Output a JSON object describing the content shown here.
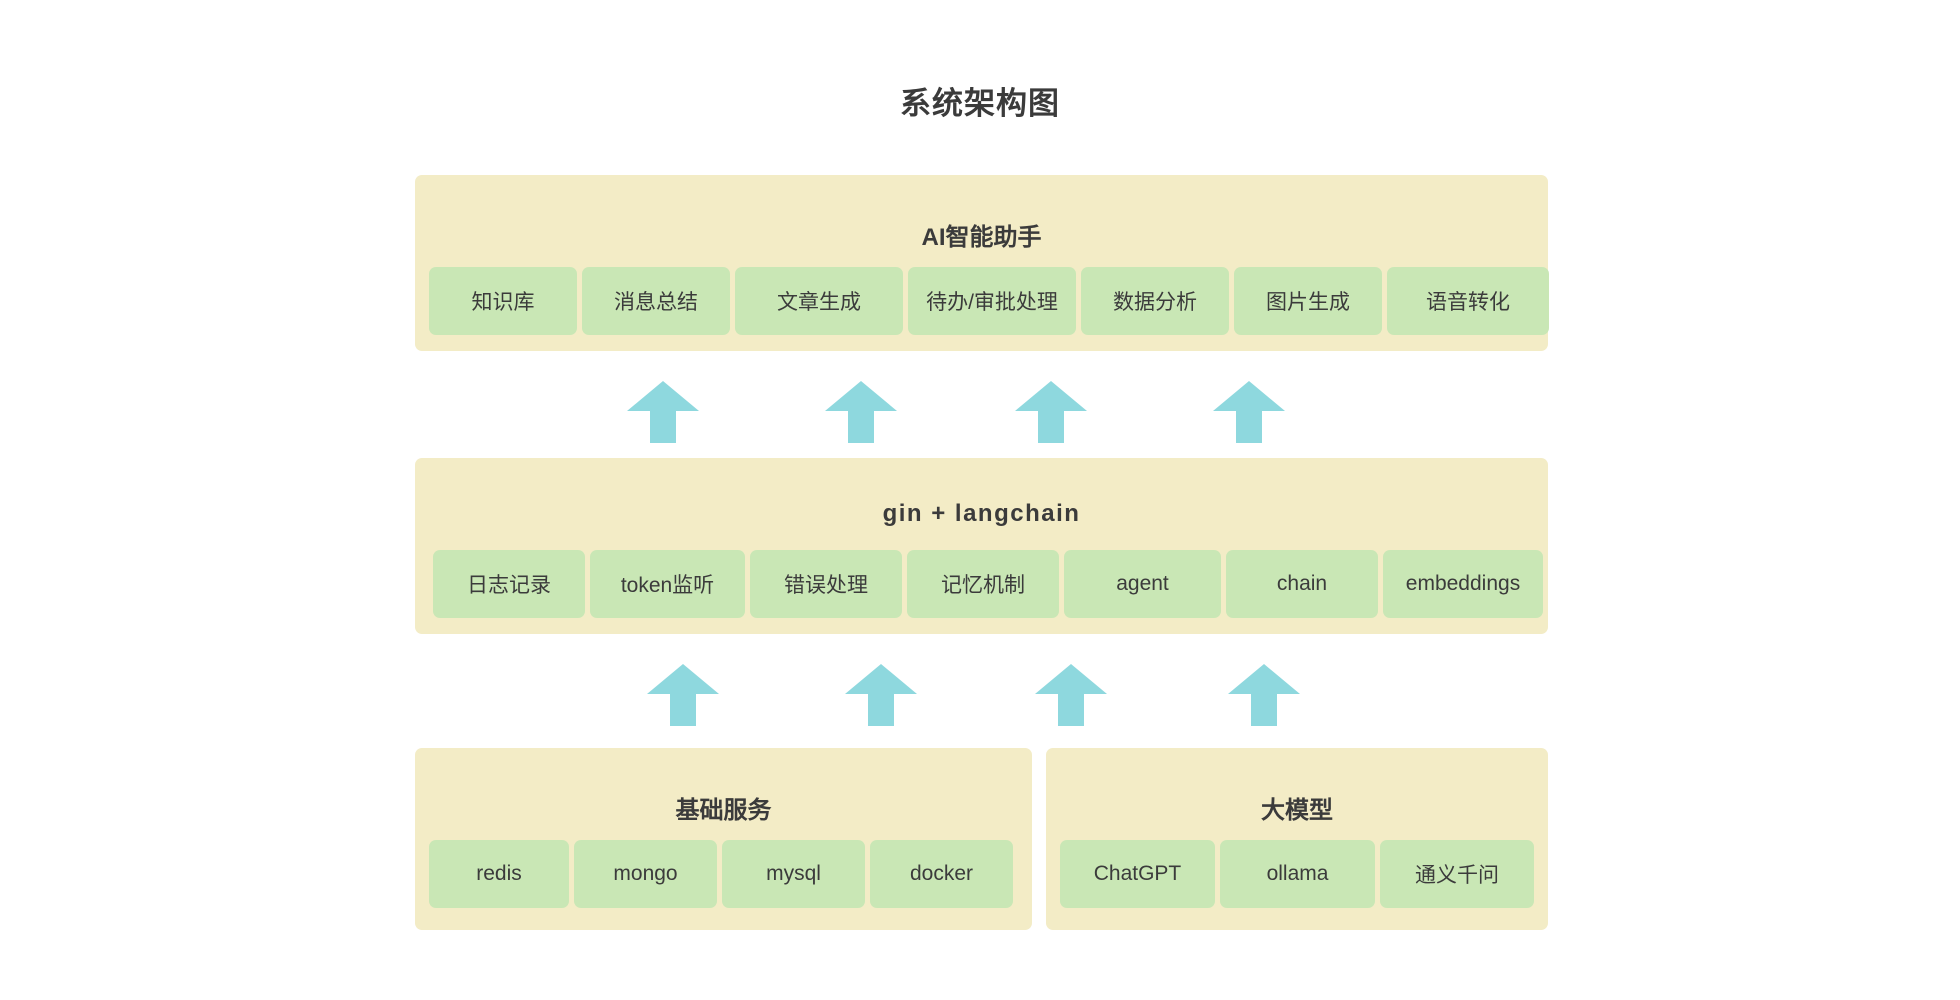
{
  "title": "系统架构图",
  "colors": {
    "page_background": "#ffffff",
    "layer_background": "#f3ecc6",
    "item_background": "#c9e7b5",
    "arrow": "#8ed8de",
    "text": "#3b3b3b"
  },
  "layers": [
    {
      "id": "ai-assistant",
      "title": "AI智能助手",
      "items": [
        {
          "label": "知识库"
        },
        {
          "label": "消息总结"
        },
        {
          "label": "文章生成"
        },
        {
          "label": "待办/审批处理"
        },
        {
          "label": "数据分析"
        },
        {
          "label": "图片生成"
        },
        {
          "label": "语音转化"
        }
      ]
    },
    {
      "id": "gin-langchain",
      "title": "gin + langchain",
      "items": [
        {
          "label": "日志记录"
        },
        {
          "label": "token监听"
        },
        {
          "label": "错误处理"
        },
        {
          "label": "记忆机制"
        },
        {
          "label": "agent"
        },
        {
          "label": "chain"
        },
        {
          "label": "embeddings"
        }
      ]
    },
    {
      "id": "infrastructure",
      "title": "基础服务",
      "items": [
        {
          "label": "redis"
        },
        {
          "label": "mongo"
        },
        {
          "label": "mysql"
        },
        {
          "label": "docker"
        }
      ]
    },
    {
      "id": "large-models",
      "title": "大模型",
      "items": [
        {
          "label": "ChatGPT"
        },
        {
          "label": "ollama"
        },
        {
          "label": "通义千问"
        }
      ]
    }
  ],
  "arrows": {
    "direction": "up",
    "rows": [
      {
        "id": "infra-to-gin-row",
        "count": 4
      },
      {
        "id": "gin-to-ai-row",
        "count": 4
      }
    ]
  }
}
